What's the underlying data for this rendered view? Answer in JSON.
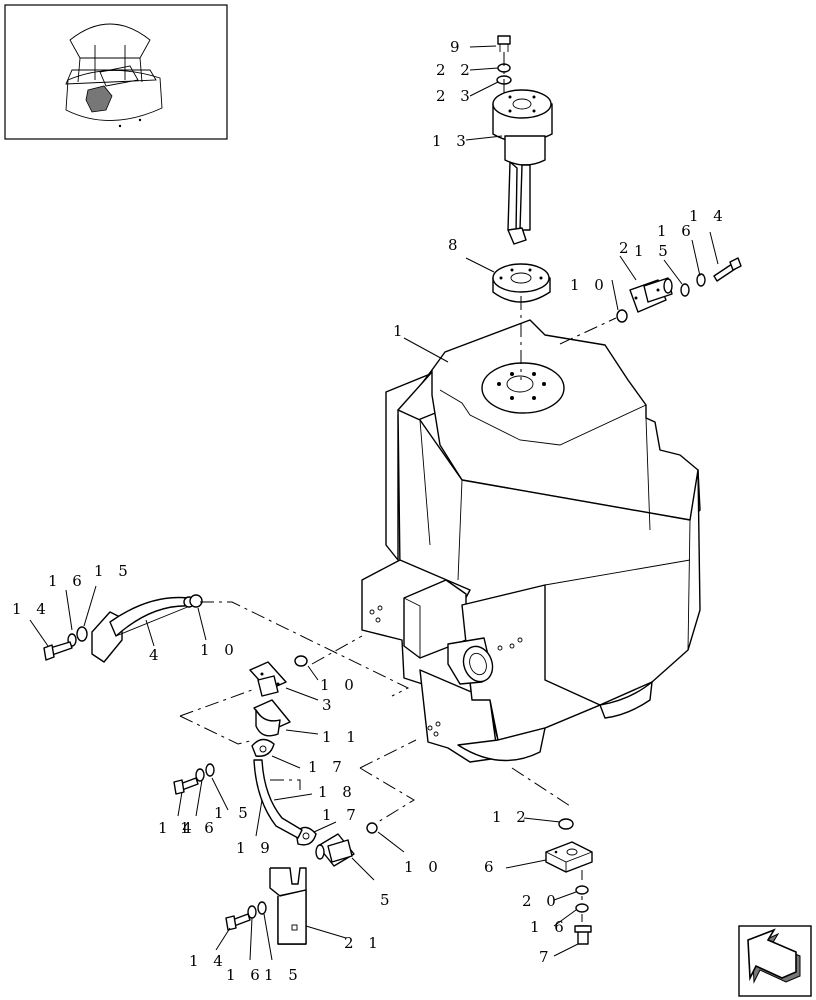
{
  "callouts": {
    "p1": "1",
    "p2": "2",
    "p3": "3",
    "p4": "4",
    "p5": "5",
    "p6": "6",
    "p7": "7",
    "p8": "8",
    "p9": "9",
    "p10a": "1 0",
    "p10b": "1 0",
    "p10c": "1 0",
    "p10d": "1 0",
    "p11": "1 1",
    "p12": "1 2",
    "p13": "1 3",
    "p14a": "1 4",
    "p14b": "1 4",
    "p14c": "1 4",
    "p14d": "1 4",
    "p15a": "1 5",
    "p15b": "1 5",
    "p15c": "1 5",
    "p15d": "1 5",
    "p16a": "1 6",
    "p16b": "1 6",
    "p16c": "1 6",
    "p16d": "1 6",
    "p16e": "1 6",
    "p17a": "1 7",
    "p17b": "1 7",
    "p18": "1 8",
    "p19": "1 9",
    "p20": "2 0",
    "p21": "2 1",
    "p22": "2 2",
    "p23": "2 3"
  },
  "navigation": {
    "icon": "next-page-arrow-icon"
  },
  "thumbnail": {
    "icon": "machine-locator-thumbnail"
  }
}
